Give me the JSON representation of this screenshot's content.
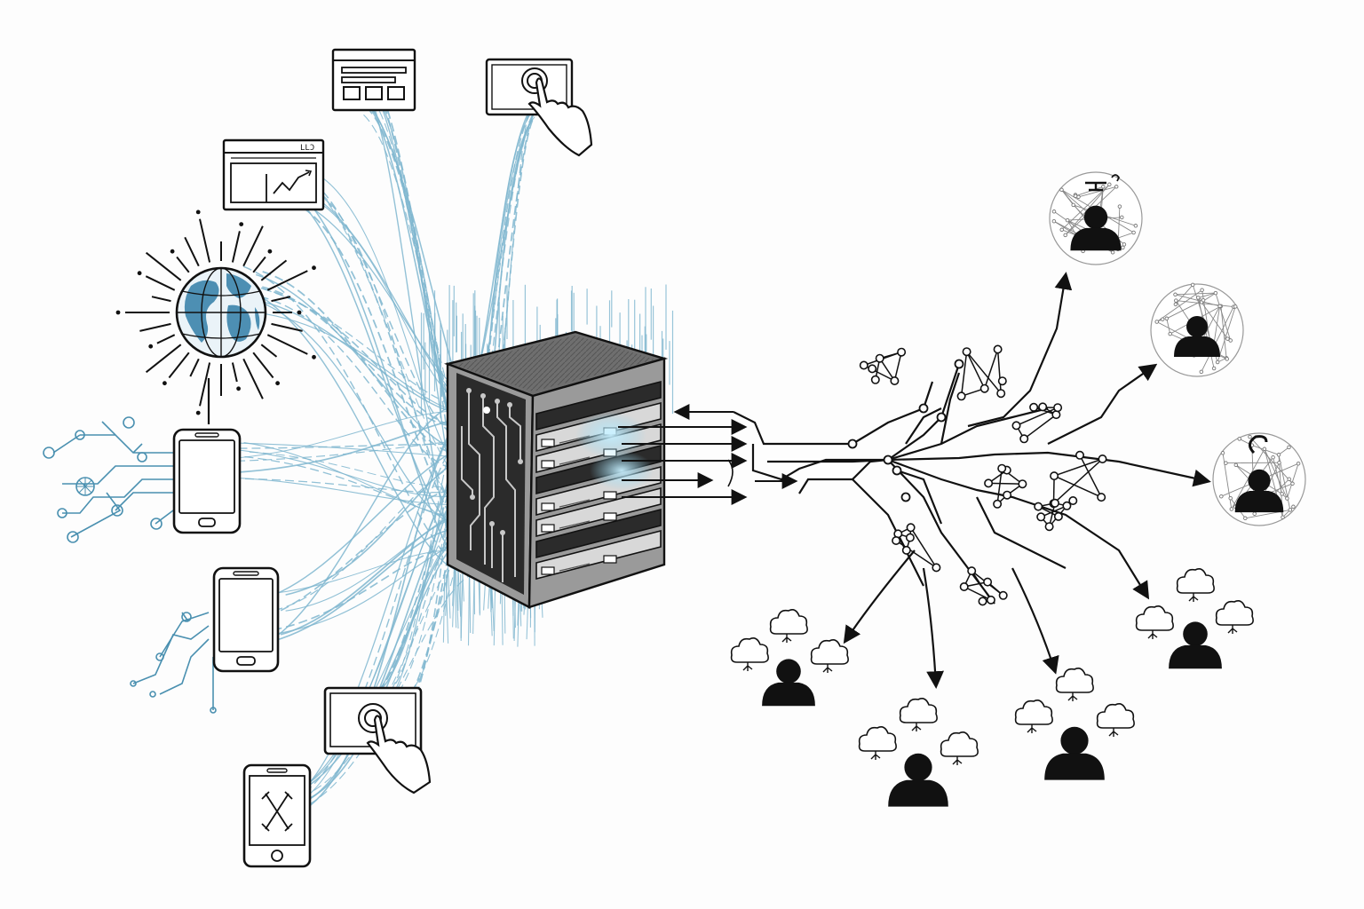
{
  "colors": {
    "ink": "#111111",
    "flow": "#7fb6cf",
    "flow_dark": "#4a90b0",
    "globe_ocean": "#4d8fb3",
    "globe_land": "#eaf3f8",
    "server_body": "#9a9a9a",
    "server_dark": "#2b2b2b",
    "glow": "#8fd6f0",
    "background": "#fdfdfd"
  },
  "sources": [
    {
      "icon": "web-layout-icon"
    },
    {
      "icon": "touch-monitor-icon"
    },
    {
      "icon": "analytics-window-icon",
      "label": "LLƆ"
    },
    {
      "icon": "globe-icon"
    },
    {
      "icon": "smartphone-icon"
    },
    {
      "icon": "smartphone-icon"
    },
    {
      "icon": "touch-tablet-icon"
    },
    {
      "icon": "game-phone-icon"
    }
  ],
  "hub": {
    "icon": "server-rack-icon"
  },
  "audiences": [
    {
      "icon": "profile-network-icon",
      "variant": "person"
    },
    {
      "icon": "profile-network-icon",
      "variant": "person"
    },
    {
      "icon": "profile-network-icon",
      "variant": "person"
    },
    {
      "icon": "person-thought-clouds-icon"
    },
    {
      "icon": "person-thought-clouds-icon"
    },
    {
      "icon": "person-thought-clouds-icon"
    },
    {
      "icon": "person-thought-clouds-icon"
    }
  ]
}
